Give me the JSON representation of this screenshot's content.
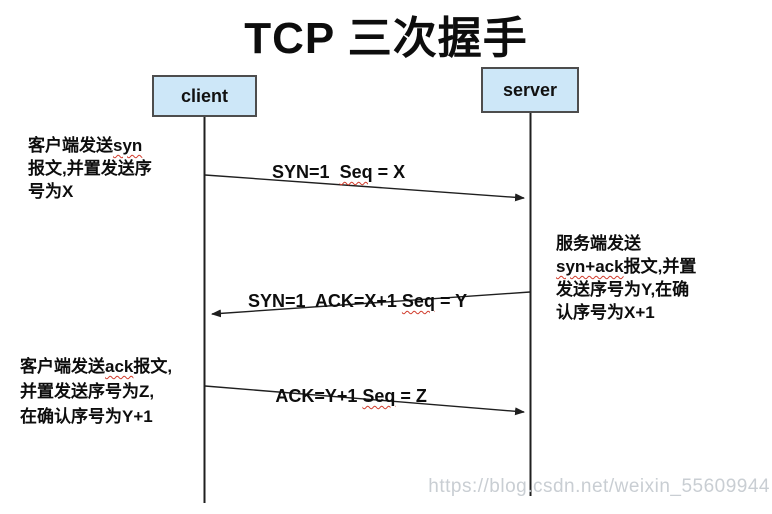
{
  "title": "TCP 三次握手",
  "actors": {
    "client": "client",
    "server": "server"
  },
  "messages": [
    {
      "pre": "SYN=1  ",
      "mark": "Seq",
      "post": " = X"
    },
    {
      "pre": "SYN=1  ACK=X+1 ",
      "mark": "Seq",
      "post": " = Y"
    },
    {
      "pre": "ACK=Y+1 ",
      "mark": "Seq",
      "post": " = Z"
    }
  ],
  "annotations": {
    "left_top": {
      "l1a": "客户端发送",
      "l1b": "syn",
      "l2": "报文,并置发送序",
      "l3": "号为X"
    },
    "right": {
      "l1": "服务端发送",
      "l2a": "syn+ack",
      "l2b": "报文,并置",
      "l3": "发送序号为Y,在确",
      "l4": "认序号为X+1"
    },
    "left_bottom": {
      "l1a": "客户端发送",
      "l1b": "ack",
      "l1c": "报文,",
      "l2": "并置发送序号为Z,",
      "l3": "在确认序号为Y+1"
    }
  },
  "watermark": "https://blog.csdn.net/weixin_55609944",
  "colors": {
    "box_fill": "#cde7f8",
    "box_border": "#4d4d4d",
    "line": "#1f1f1f",
    "squiggle": "#d03a2a",
    "watermark": "#c9ced3"
  }
}
